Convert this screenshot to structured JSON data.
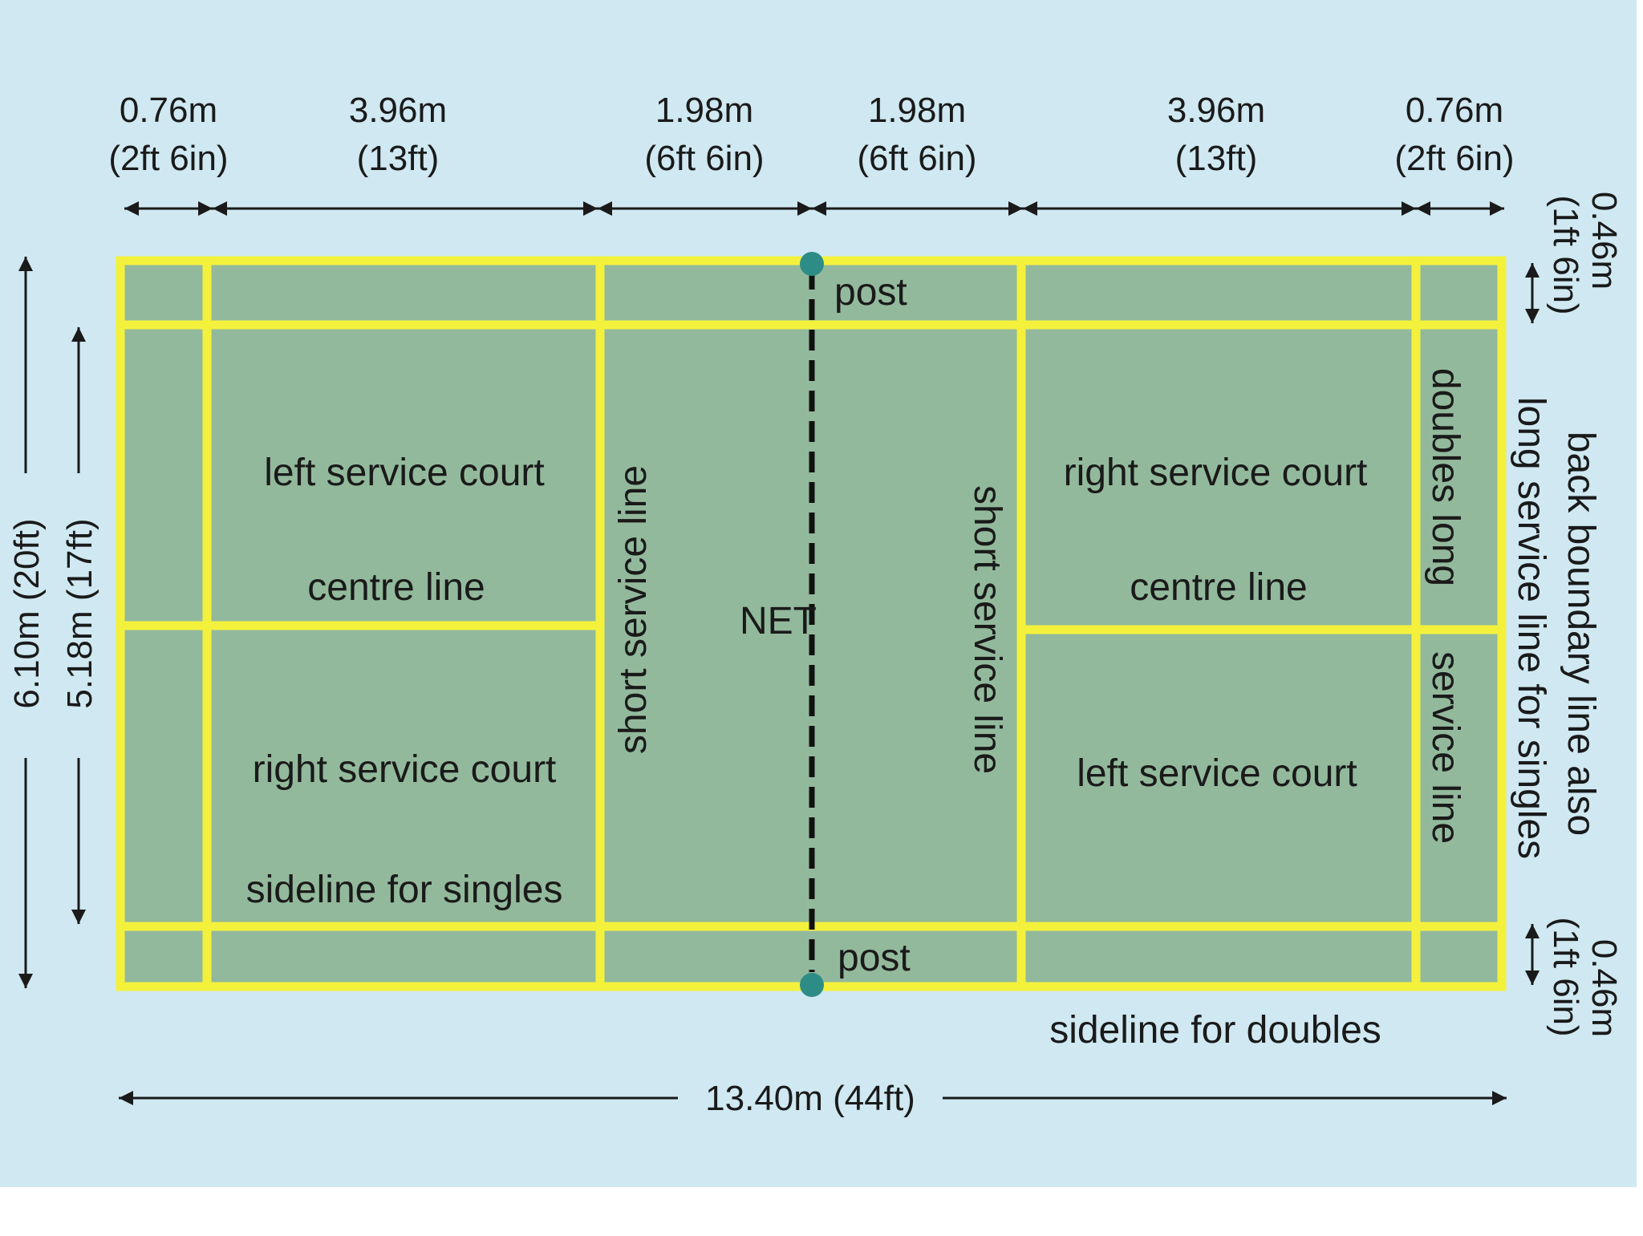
{
  "colors": {
    "background": "#cfe8f1",
    "court": "#93b99c",
    "lines": "#f4f13c",
    "net": "#111111",
    "post": "#2e8c86",
    "arrow": "#1a1a1a"
  },
  "top_dimensions": [
    {
      "m": "0.76m",
      "ft": "(2ft 6in)"
    },
    {
      "m": "3.96m",
      "ft": "(13ft)"
    },
    {
      "m": "1.98m",
      "ft": "(6ft 6in)"
    },
    {
      "m": "1.98m",
      "ft": "(6ft 6in)"
    },
    {
      "m": "3.96m",
      "ft": "(13ft)"
    },
    {
      "m": "0.76m",
      "ft": "(2ft 6in)"
    }
  ],
  "left_dimensions": {
    "outer": "6.10m (20ft)",
    "inner": "5.18m (17ft)"
  },
  "right_dimensions": {
    "top_m": "0.46m",
    "top_ft": "(1ft 6in)",
    "bottom_m": "0.46m",
    "bottom_ft": "(1ft 6in)"
  },
  "bottom_dimension": "13.40m (44ft)",
  "labels": {
    "post_top": "post",
    "post_bottom": "post",
    "net": "NET",
    "left_half": {
      "top_court": "left service court",
      "top_line": "centre line",
      "bottom_court": "right service court",
      "bottom_line": "sideline for singles"
    },
    "right_half": {
      "top_court": "right service court",
      "top_line": "centre line",
      "bottom_court": "left service court"
    },
    "short_service_left": "short service line",
    "short_service_right": "short service line",
    "doubles_long_top": "doubles long",
    "doubles_long_bottom": "service line",
    "back_boundary_1": "back boundary line also",
    "back_boundary_2": "long service line for singles",
    "sideline_doubles": "sideline for doubles"
  }
}
